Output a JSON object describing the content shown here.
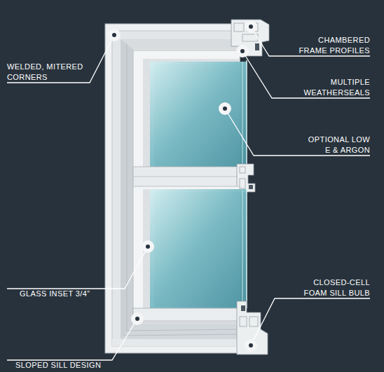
{
  "diagram": {
    "labels": [
      "WELDED, MITERED CORNERS",
      "CHAMBERED FRAME PROFILES",
      "MULTIPLE WEATHERSEALS",
      "OPTIONAL LOW E & ARGON",
      "GLASS INSET 3/4”",
      "CLOSED-CELL FOAM SILL BULB",
      "SLOPED SILL DESIGN"
    ]
  }
}
